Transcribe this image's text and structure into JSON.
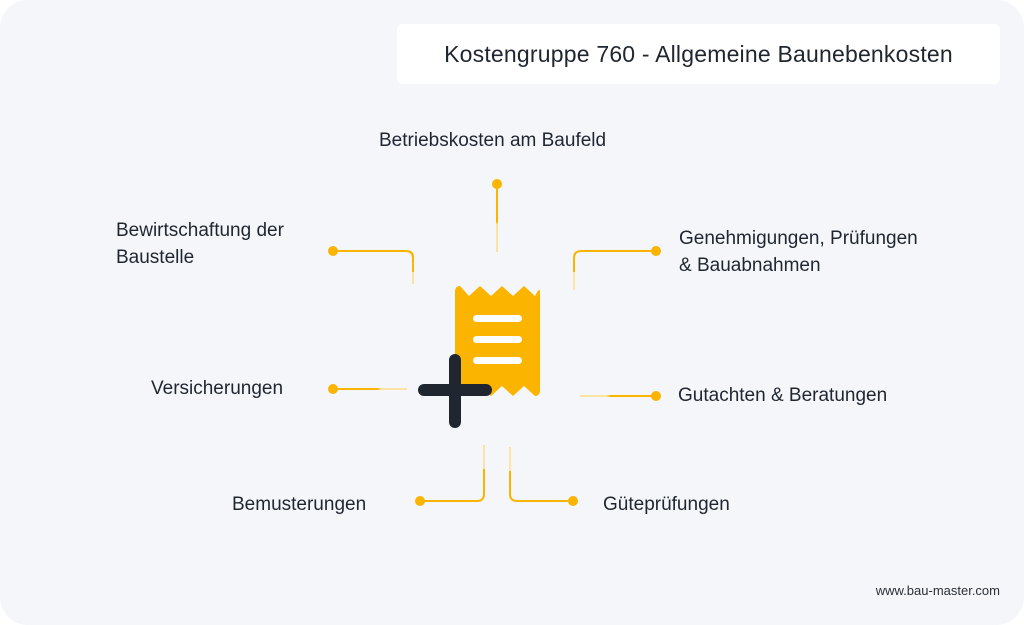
{
  "title": "Kostengruppe 760 - Allgemeine Baunebenkosten",
  "center_icon": "receipt-plus-icon",
  "colors": {
    "accent": "#fbb400",
    "accent_faded": "#fbe3a3",
    "dark": "#1f2630",
    "background": "#f5f6fa",
    "title_box": "#ffffff"
  },
  "items": [
    {
      "label": "Betriebskosten am Baufeld"
    },
    {
      "label_line1": "Bewirtschaftung der",
      "label_line2": "Baustelle"
    },
    {
      "label_line1": "Genehmigungen, Prüfungen",
      "label_line2": "& Bauabnahmen"
    },
    {
      "label": "Versicherungen"
    },
    {
      "label": "Gutachten & Beratungen"
    },
    {
      "label": "Bemusterungen"
    },
    {
      "label": "Güteprüfungen"
    }
  ],
  "footer": "www.bau-master.com"
}
